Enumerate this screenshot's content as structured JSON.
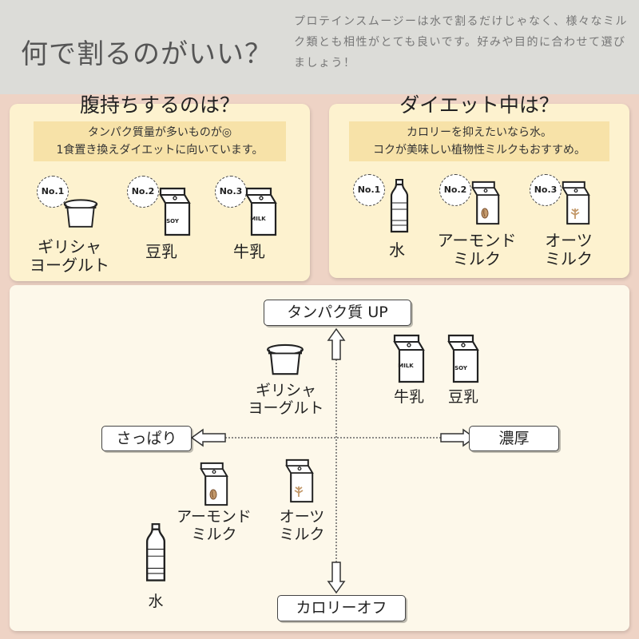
{
  "header": {
    "title": "何で割るのがいい？",
    "description": "プロテインスムージーは水で割るだけじゃなく、様々なミルク類とも相性がとても良いです。好みや目的に合わせて選びましょう！"
  },
  "satiety": {
    "title": "腹持ちするのは？",
    "note_line1": "タンパク質量が多いものが◎",
    "note_line2": "1食置き換えダイエットに向いています。",
    "items": [
      {
        "rank": "No.1",
        "name_line1": "ギリシャ",
        "name_line2": "ヨーグルト",
        "icon": "yogurt-icon"
      },
      {
        "rank": "No.2",
        "name": "豆乳",
        "icon": "soy-milk-carton-icon",
        "carton_label": "SOY"
      },
      {
        "rank": "No.3",
        "name": "牛乳",
        "icon": "milk-carton-icon",
        "carton_label": "MILK"
      }
    ]
  },
  "diet": {
    "title": "ダイエット中は？",
    "note_line1": "カロリーを抑えたいなら水。",
    "note_line2": "コクが美味しい植物性ミルクもおすすめ。",
    "items": [
      {
        "rank": "No.1",
        "name": "水",
        "icon": "water-bottle-icon"
      },
      {
        "rank": "No.2",
        "name_line1": "アーモンド",
        "name_line2": "ミルク",
        "icon": "almond-milk-carton-icon"
      },
      {
        "rank": "No.3",
        "name_line1": "オーツ",
        "name_line2": "ミルク",
        "icon": "oat-milk-carton-icon"
      }
    ]
  },
  "map": {
    "axis_top": "タンパク質 UP",
    "axis_bottom": "カロリーオフ",
    "axis_left": "さっぱり",
    "axis_right": "濃厚",
    "items": {
      "yogurt_line1": "ギリシャ",
      "yogurt_line2": "ヨーグルト",
      "milk": "牛乳",
      "soy": "豆乳",
      "almond_line1": "アーモンド",
      "almond_line2": "ミルク",
      "oat_line1": "オーツ",
      "oat_line2": "ミルク",
      "water": "水"
    },
    "carton_milk": "MILK",
    "carton_soy": "SOY"
  },
  "colors": {
    "header_bg": "#dcdcd8",
    "page_bg": "#eed3c5",
    "card_bg": "#fdf2cf",
    "band": "#f7e2a8",
    "map_bg": "#fdf8ea",
    "accent_brown": "#b07a4a"
  }
}
